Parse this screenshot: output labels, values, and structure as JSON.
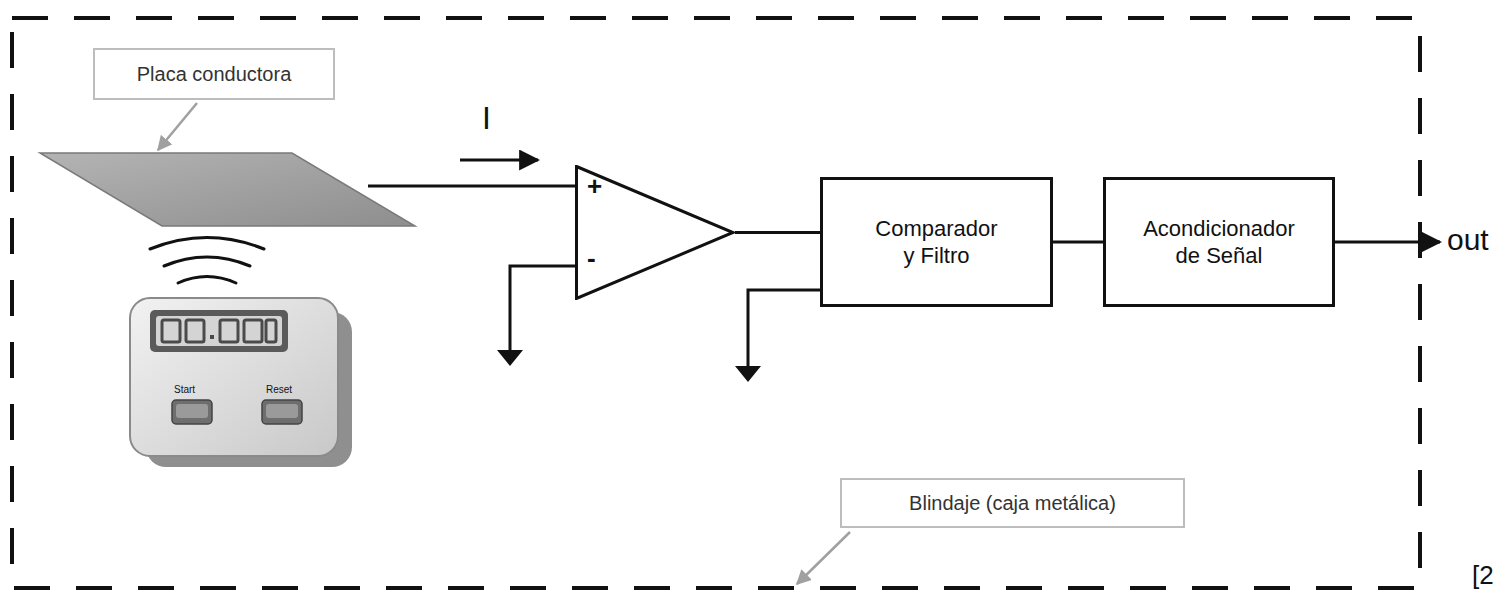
{
  "diagram": {
    "nodes": [
      {
        "text": [
          "Placa conductora"
        ]
      },
      {
        "text": [
          "+",
          "-"
        ]
      },
      {
        "text": [
          "Comparador y Filtro"
        ]
      },
      {
        "text": [
          "Acondicionador de Señal"
        ]
      },
      {
        "text": [
          "Blindaje (caja metálica)"
        ]
      }
    ],
    "edges": [
      {
        "from": 1,
        "to": 2,
        "arrow": "none"
      },
      {
        "from": 2,
        "to": 3,
        "arrow": "none"
      }
    ],
    "labels": [
      "I",
      "Start",
      "Reset",
      "out",
      "[2"
    ]
  }
}
